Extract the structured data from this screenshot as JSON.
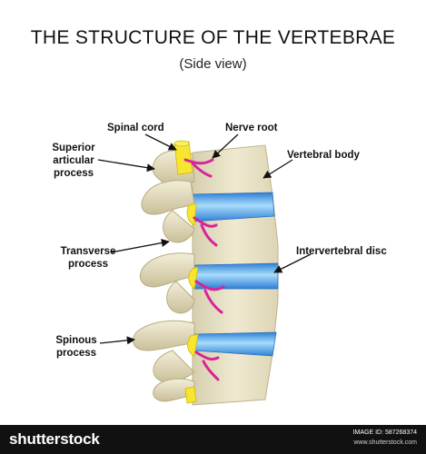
{
  "title": "THE STRUCTURE OF THE VERTEBRAE",
  "subtitle": "(Side view)",
  "labels": {
    "spinal_cord": "Spinal cord",
    "nerve_root": "Nerve root",
    "superior_articular": "Superior\narticular\nprocess",
    "vertebral_body": "Vertebral body",
    "transverse": "Transverse\nprocess",
    "intervertebral_disc": "Intervertebral disc",
    "spinous": "Spinous\nprocess"
  },
  "footer": {
    "logo": "shutterstock",
    "image_id": "IMAGE ID: 587268374",
    "site": "www.shutterstock.com"
  },
  "colors": {
    "bone": "#e8e1c6",
    "bone_shadow": "#cfc6a2",
    "disc": "#3d8fe0",
    "disc_light": "#9fd3f7",
    "spinal_cord": "#f6e531",
    "nerve": "#d6249a",
    "footer_bg": "#111111"
  }
}
